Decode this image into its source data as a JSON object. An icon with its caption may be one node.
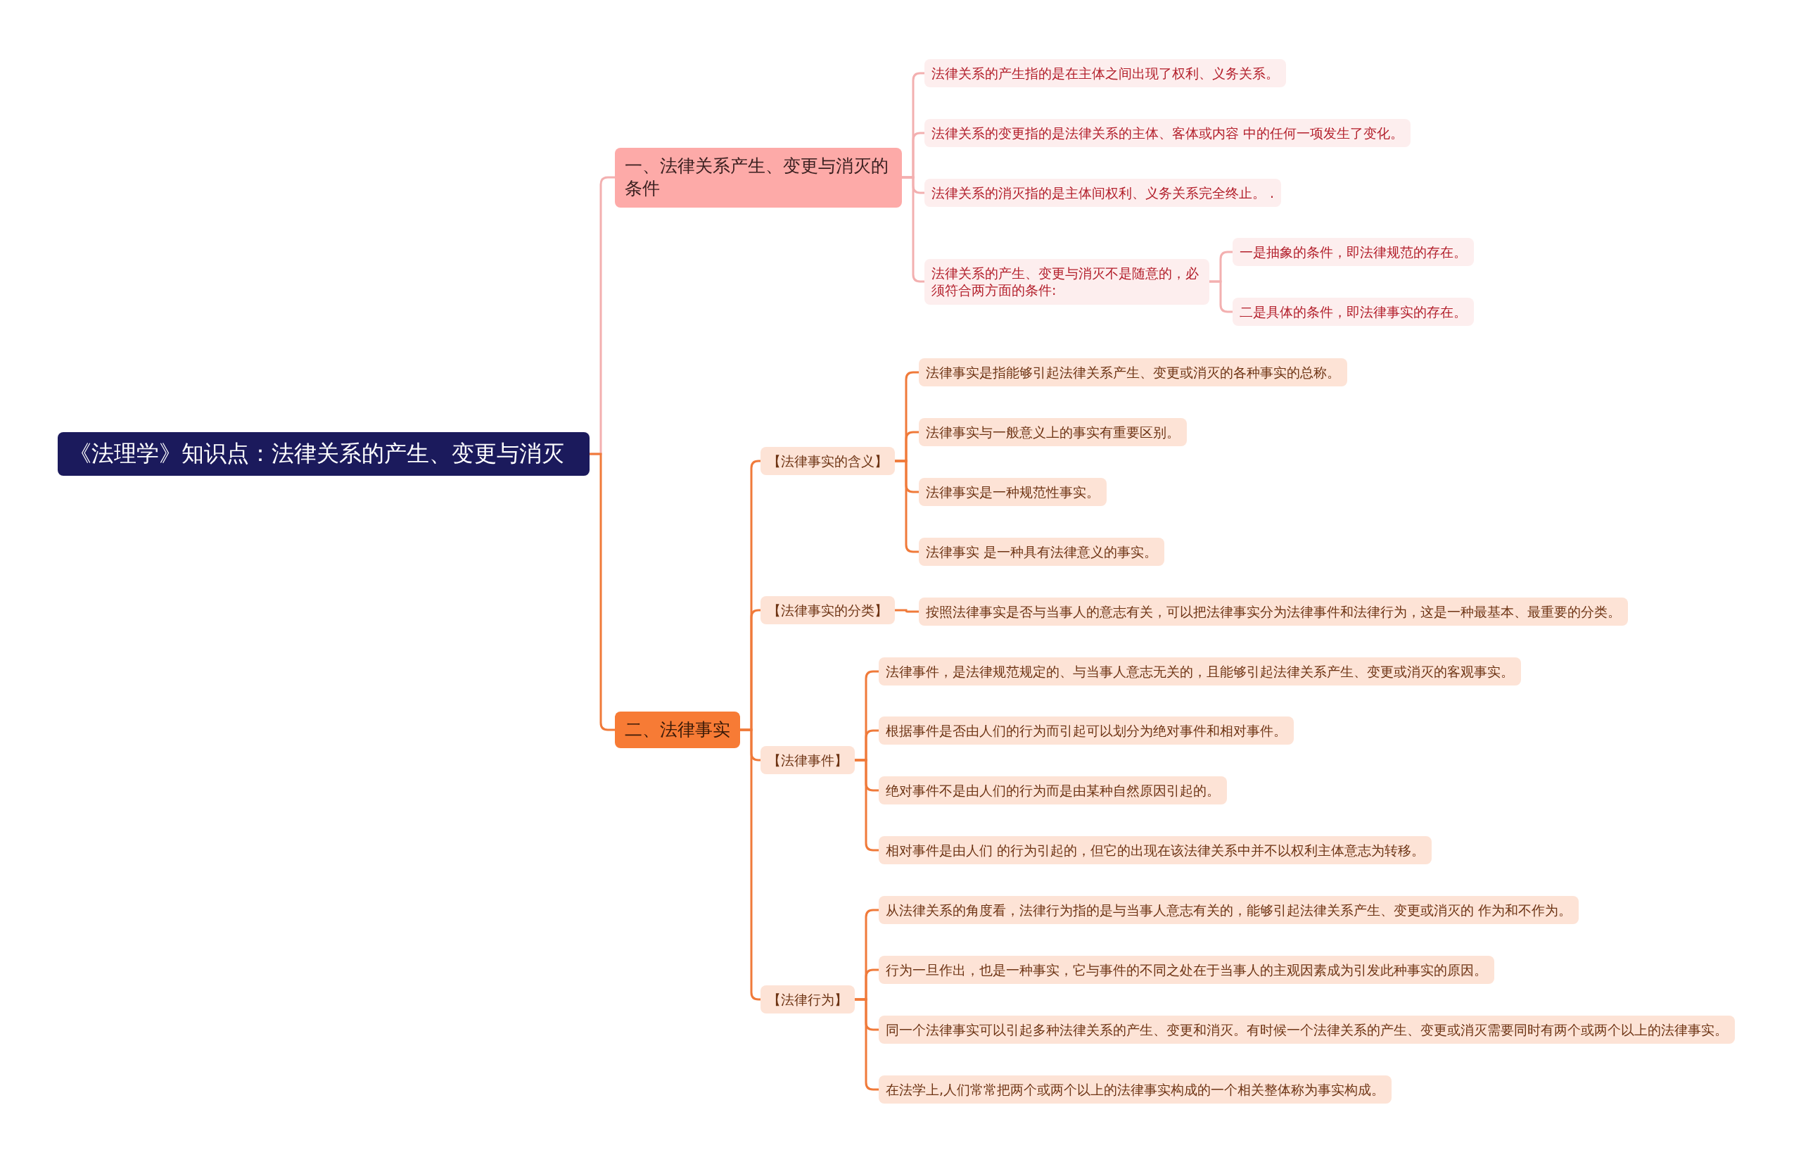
{
  "diagram": {
    "nodes": [
      {
        "text": [
          "《法理学》知识点：法律关系的产生、变更与消灭"
        ]
      },
      {
        "text": [
          "一、法律关系产生、变更与消灭的条件"
        ]
      },
      {
        "text": [
          "法律关系的产生指的是在主体之间出现了权利、义务关系。"
        ]
      },
      {
        "text": [
          "法律关系的变更指的是法律关系的主体、客体或内容 中的任何一项发生了变化。"
        ]
      },
      {
        "text": [
          "法律关系的消灭指的是主体间权利、义务关系完全终止。 ."
        ]
      },
      {
        "text": [
          "法律关系的产生、变更与消灭不是随意的，必须符合两方面的条件:"
        ]
      },
      {
        "text": [
          "一是抽象的条件，即法律规范的存在。"
        ]
      },
      {
        "text": [
          "二是具体的条件，即法律事实的存在。"
        ]
      },
      {
        "text": [
          "二、法律事实"
        ]
      },
      {
        "text": [
          "【法律事实的含义】"
        ]
      },
      {
        "text": [
          "法律事实是指能够引起法律关系产生、变更或消灭的各种事实的总称。"
        ]
      },
      {
        "text": [
          "法律事实与一般意义上的事实有重要区别。"
        ]
      },
      {
        "text": [
          "法律事实是一种规范性事实。"
        ]
      },
      {
        "text": [
          "法律事实 是一种具有法律意义的事实。"
        ]
      },
      {
        "text": [
          "【法律事实的分类】"
        ]
      },
      {
        "text": [
          "按照法律事实是否与当事人的意志有关，可以把法律事实分为法律事件和法律行为，这是一种最基本、最重要的分类。"
        ]
      },
      {
        "text": [
          "【法律事件】"
        ]
      },
      {
        "text": [
          "法律事件，是法律规范规定的、与当事人意志无关的，且能够引起法律关系产生、变更或消灭的客观事实。"
        ]
      },
      {
        "text": [
          "根据事件是否由人们的行为而引起可以划分为绝对事件和相对事件。"
        ]
      },
      {
        "text": [
          "绝对事件不是由人们的行为而是由某种自然原因引起的。"
        ]
      },
      {
        "text": [
          "相对事件是由人们 的行为引起的，但它的出现在该法律关系中并不以权利主体意志为转移。"
        ]
      },
      {
        "text": [
          "【法律行为】"
        ]
      },
      {
        "text": [
          "从法律关系的角度看，法律行为指的是与当事人意志有关的，能够引起法律关系产生、变更或消灭的 作为和不作为。"
        ]
      },
      {
        "text": [
          "行为一旦作出，也是一种事实，它与事件的不同之处在于当事人的主观因素成为引发此种事实的原因。"
        ]
      },
      {
        "text": [
          "同一个法律事实可以引起多种法律关系的产生、变更和消灭。有时候一个法律关系的产生、变更或消灭需要同时有两个或两个以上的法律事实。"
        ]
      },
      {
        "text": [
          "在法学上,人们常常把两个或两个以上的法律事实构成的一个相关整体称为事实构成。"
        ]
      }
    ],
    "edges": [
      {
        "from": 0,
        "to": 1,
        "arrow": "none",
        "color": "#f3b0b0"
      },
      {
        "from": 1,
        "to": 2,
        "arrow": "none",
        "color": "#f3b0b0"
      },
      {
        "from": 1,
        "to": 3,
        "arrow": "none",
        "color": "#f3b0b0"
      },
      {
        "from": 1,
        "to": 4,
        "arrow": "none",
        "color": "#f3b0b0"
      },
      {
        "from": 1,
        "to": 5,
        "arrow": "none",
        "color": "#f3b0b0"
      },
      {
        "from": 5,
        "to": 6,
        "arrow": "none",
        "color": "#f3b0b0"
      },
      {
        "from": 5,
        "to": 7,
        "arrow": "none",
        "color": "#f3b0b0"
      },
      {
        "from": 0,
        "to": 8,
        "arrow": "none"
      },
      {
        "from": 8,
        "to": 9,
        "arrow": "none"
      },
      {
        "from": 9,
        "to": 10,
        "arrow": "none"
      },
      {
        "from": 9,
        "to": 11,
        "arrow": "none"
      },
      {
        "from": 9,
        "to": 12,
        "arrow": "none"
      },
      {
        "from": 9,
        "to": 13,
        "arrow": "none"
      },
      {
        "from": 8,
        "to": 14,
        "arrow": "none"
      },
      {
        "from": 14,
        "to": 15,
        "arrow": "none"
      },
      {
        "from": 8,
        "to": 16,
        "arrow": "none"
      },
      {
        "from": 16,
        "to": 17,
        "arrow": "none"
      },
      {
        "from": 16,
        "to": 18,
        "arrow": "none"
      },
      {
        "from": 16,
        "to": 19,
        "arrow": "none"
      },
      {
        "from": 16,
        "to": 20,
        "arrow": "none"
      },
      {
        "from": 8,
        "to": 21,
        "arrow": "none"
      },
      {
        "from": 21,
        "to": 22,
        "arrow": "none"
      },
      {
        "from": 21,
        "to": 23,
        "arrow": "none"
      },
      {
        "from": 21,
        "to": 24,
        "arrow": "none"
      },
      {
        "from": 21,
        "to": 25,
        "arrow": "none"
      }
    ]
  }
}
